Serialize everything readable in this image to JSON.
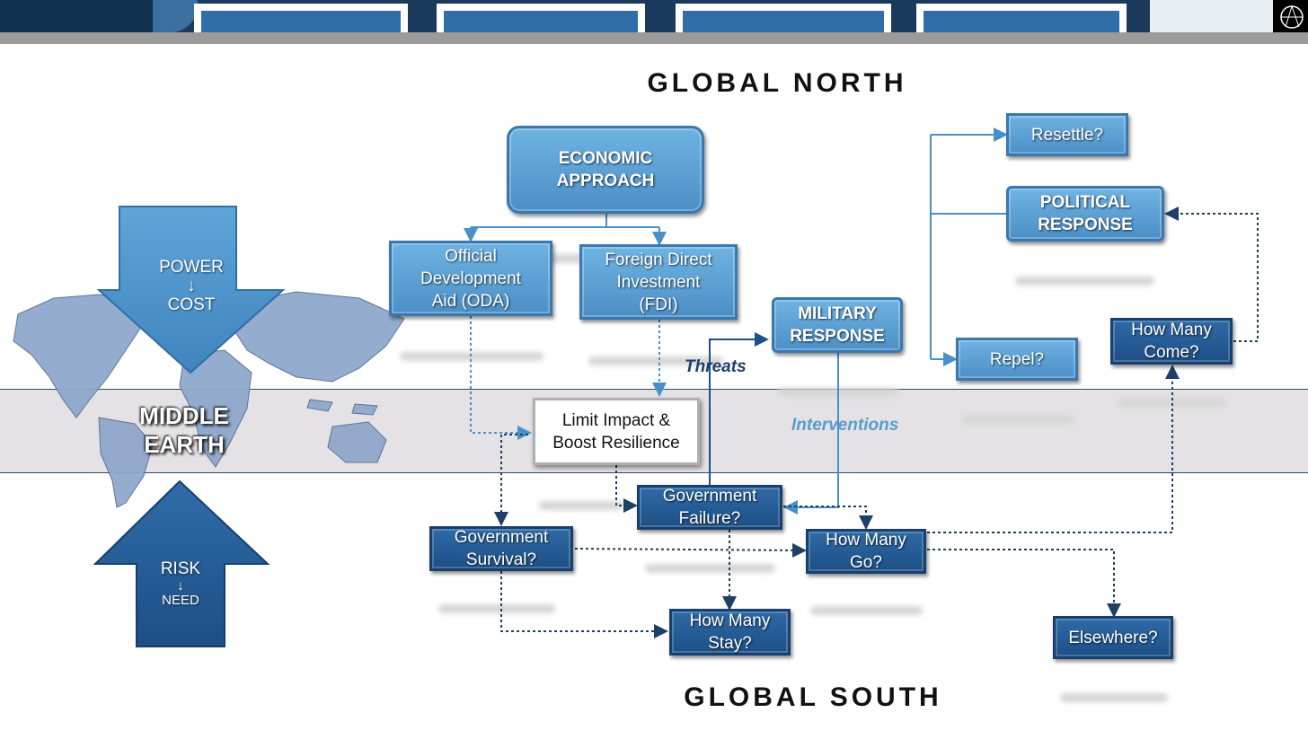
{
  "headings": {
    "north": "GLOBAL NORTH",
    "south": "GLOBAL SOUTH",
    "middle": "MIDDLE\nEARTH"
  },
  "arrows": {
    "down": {
      "top": "POWER",
      "sym": "↓",
      "bottom": "COST"
    },
    "up": {
      "top": "RISK",
      "sym": "↓",
      "bottom": "NEED"
    }
  },
  "boxes": {
    "economic": "ECONOMIC\nAPPROACH",
    "oda": "Official\nDevelopment\nAid (ODA)",
    "fdi": "Foreign Direct\nInvestment\n(FDI)",
    "military": "MILITARY\nRESPONSE",
    "political": "POLITICAL\nRESPONSE",
    "resettle": "Resettle?",
    "repel": "Repel?",
    "how_many_come": "How Many\nCome?",
    "limit": "Limit Impact &\nBoost Resilience",
    "gov_failure": "Government\nFailure?",
    "gov_survival": "Government\nSurvival?",
    "how_many_go": "How Many\nGo?",
    "how_many_stay": "How Many\nStay?",
    "elsewhere": "Elsewhere?"
  },
  "edge_labels": {
    "threats": "Threats",
    "interventions": "Interventions"
  },
  "colors": {
    "light_box": "#4b8fc6",
    "dark_box": "#1e4f86",
    "connector": "#4a90c8",
    "dotted": "#1e3f66",
    "threats_text": "#1e3f66",
    "interventions_text": "#5a9ccc"
  }
}
